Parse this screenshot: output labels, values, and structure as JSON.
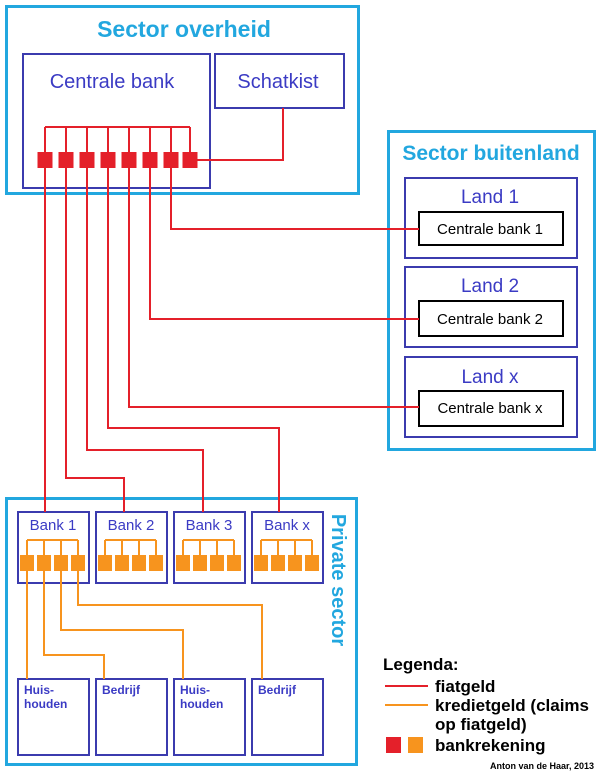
{
  "sector_overheid": {
    "title": "Sector overheid",
    "centrale_bank": "Centrale bank",
    "schatkist": "Schatkist"
  },
  "sector_buitenland": {
    "title": "Sector buitenland",
    "landen": [
      {
        "name": "Land 1",
        "centrale_bank": "Centrale bank 1"
      },
      {
        "name": "Land 2",
        "centrale_bank": "Centrale bank 2"
      },
      {
        "name": "Land x",
        "centrale_bank": "Centrale bank x"
      }
    ]
  },
  "private_sector": {
    "title": "Private sector",
    "banks": [
      "Bank 1",
      "Bank 2",
      "Bank 3",
      "Bank x"
    ],
    "entities": [
      {
        "lines": [
          "Huis-",
          "houden"
        ]
      },
      {
        "lines": [
          "Bedrijf"
        ]
      },
      {
        "lines": [
          "Huis-",
          "houden"
        ]
      },
      {
        "lines": [
          "Bedrijf"
        ]
      }
    ]
  },
  "legend": {
    "title": "Legenda:",
    "fiatgeld": "fiatgeld",
    "kredietgeld": [
      "kredietgeld (claims",
      "op fiatgeld)"
    ],
    "bankrekening": "bankrekening"
  },
  "credit": "Anton van de Haar, 2013",
  "colors": {
    "sector_border": "#22a7df",
    "box_border": "#3b3bae",
    "label_text": "#3b3bc4",
    "fiatgeld": "#e4202a",
    "kredietgeld": "#f7941e"
  }
}
